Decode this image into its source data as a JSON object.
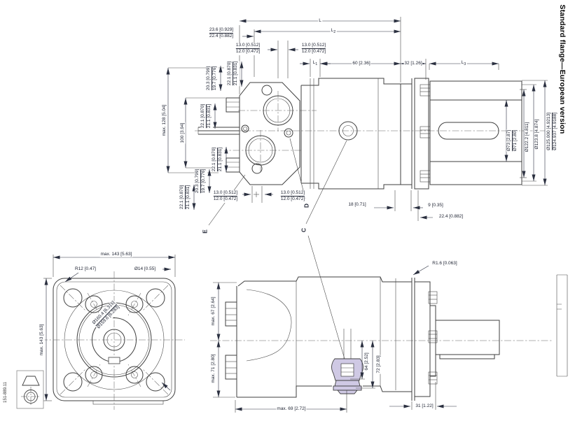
{
  "title": "Standard flange—European version",
  "drawing_number": "151-889.11",
  "view_labels": {
    "c": "C",
    "d": "D",
    "e": "E"
  },
  "top_view": {
    "L": "L",
    "L1": {
      "base": "L",
      "sub": "1"
    },
    "L2": {
      "base": "L",
      "sub": "2"
    },
    "L3": {
      "base": "L",
      "sub": "3"
    },
    "dim_23_6": {
      "upper": "23.6 [0.929]",
      "lower": "22.4 [0.882]"
    },
    "dim_13_top_left": {
      "upper": "13.0 [0.512]",
      "lower": "12.0 [0.472]"
    },
    "dim_13_top_right": {
      "upper": "13.0 [0.512]",
      "lower": "12.0 [0.472]"
    },
    "dim_60": "60 [2.36]",
    "dim_32": "32 [1.26]",
    "dim_max_128": "max. 128 [5.04]",
    "dim_100": "100 [3.94]",
    "dim_port_a": {
      "upper": "20.3 [0.799]",
      "lower": "19.7 [0.776]"
    },
    "dim_port_b": {
      "upper": "22.1 [0.870]",
      "lower": "21.1 [0.831]"
    },
    "dim_port_c": {
      "upper": "22.1 [0.870]",
      "lower": "21.1 [0.831]"
    },
    "dim_port_d": {
      "upper": "22.1 [0.870]",
      "lower": "21.1 [0.831]"
    },
    "dim_port_e": {
      "upper": "20.3 [0.799]",
      "lower": "19.7 [0.776]"
    },
    "dim_port_f": {
      "upper": "22.1 [0.870]",
      "lower": "21.1 [0.831]"
    },
    "dim_13_bottom_left": {
      "upper": "13.0 [0.512]",
      "lower": "12.0 [0.472]"
    },
    "dim_13_bottom_right": {
      "upper": "13.0 [0.512]",
      "lower": "12.0 [0.472]"
    },
    "dim_18": "18 [0.71]",
    "dim_9": "9 [0.35]",
    "dim_22_4": "22.4 [0.882]",
    "dim_shaft": {
      "upper": "Ø73 [2.87]",
      "lower": "Ø71 [2.80]"
    },
    "dim_122": "Ø122.2 [4.811]",
    "dim_123": "Ø123.8 [4.874]",
    "dim_pilot": {
      "upper": "Ø125.000 [4.9213]",
      "lower": "Ø124.937 [4.9188]"
    }
  },
  "flange_view": {
    "dim_width": "max. 143 [5.63]",
    "dim_height": "max. 143 [5.63]",
    "dim_corner_radius": "R12 [0.47]",
    "dim_hole": "Ø14 [0.55]",
    "dim_pilot": {
      "upper": "Ø160.4 [6.315]",
      "lower": "Ø159.6 [6.283]"
    }
  },
  "side_view": {
    "dim_fillet": "R1.6 [0.063]",
    "dim_max_67": "max. 67 [2.64]",
    "dim_max_71": "max. 71 [2.80]",
    "dim_max_69": "max. 69 [2.72]",
    "dim_64": "64 [2.52]",
    "dim_72": "72 [2.83]",
    "dim_31": "31 [1.22]"
  },
  "colors": {
    "line": "#3f3f3f",
    "text": "#1c2130",
    "highlight": "#cfc9e4"
  }
}
